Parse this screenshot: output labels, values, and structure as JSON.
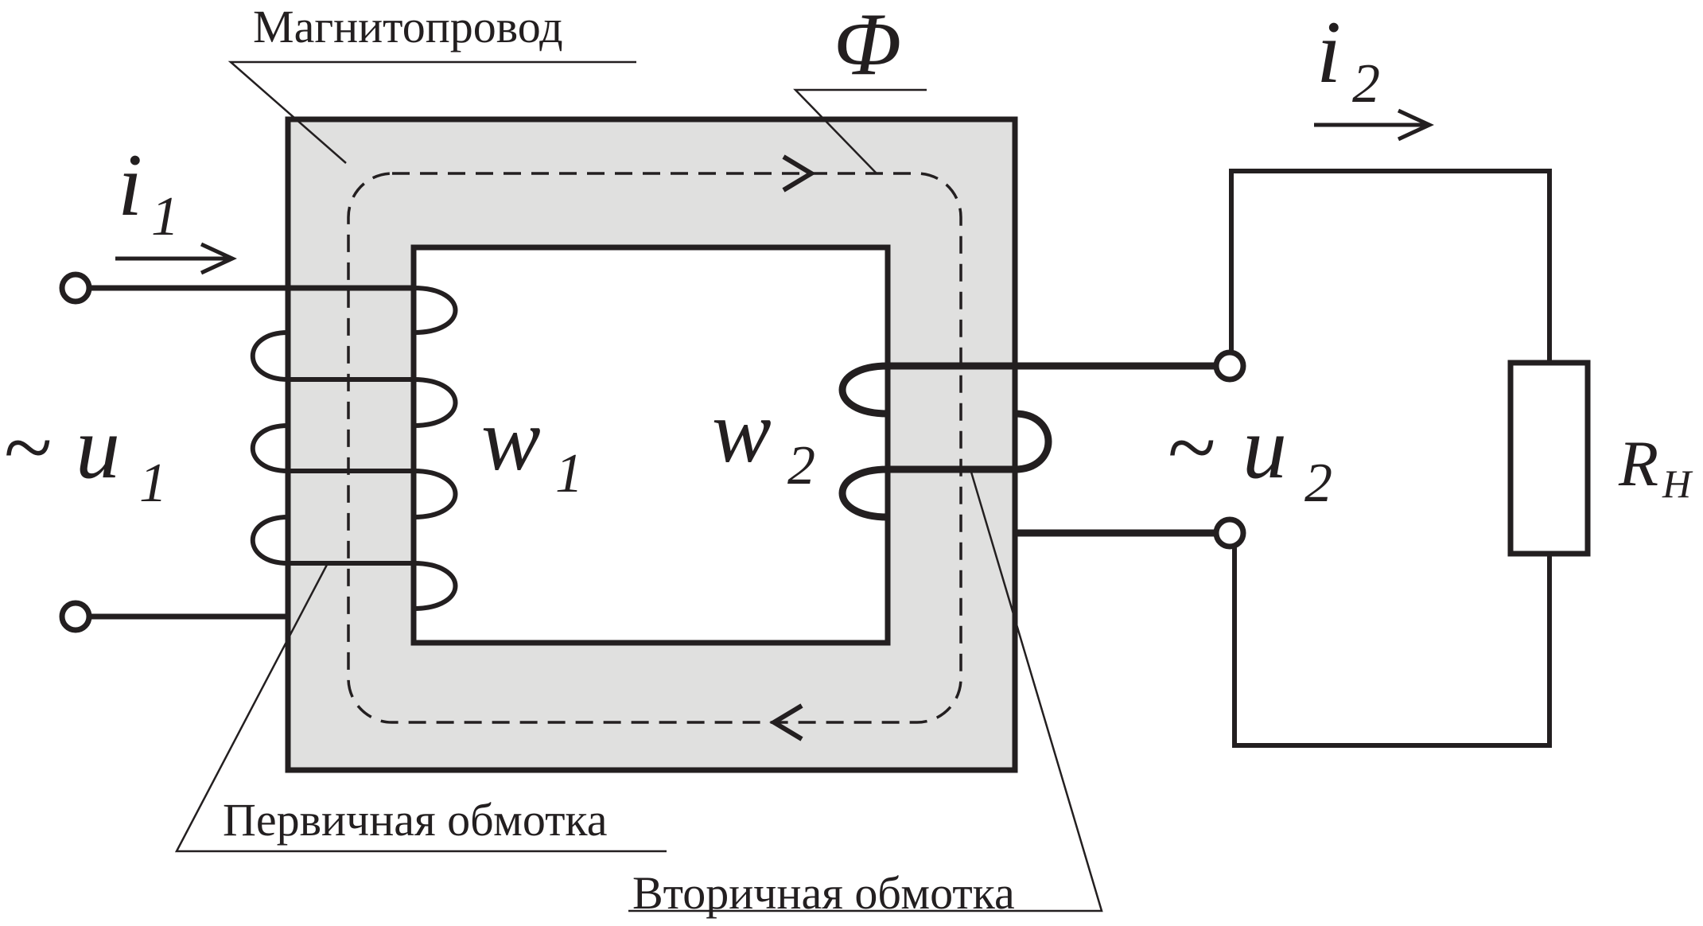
{
  "labels": {
    "core": "Магнитопровод",
    "primary_winding": "Первичная обмотка",
    "secondary_winding": "Вторичная обмотка"
  },
  "symbols": {
    "flux": "Φ",
    "i1": {
      "main": "i",
      "sub": "1"
    },
    "i2": {
      "main": "i",
      "sub": "2"
    },
    "u1": {
      "tilde": "~",
      "main": "u",
      "sub": "1"
    },
    "u2": {
      "tilde": "~",
      "main": "u",
      "sub": "2"
    },
    "w1": {
      "main": "w",
      "sub": "1"
    },
    "w2": {
      "main": "w",
      "sub": "2"
    },
    "rh": {
      "main": "R",
      "sub": "H"
    }
  },
  "colors": {
    "line": "#231f20",
    "core_fill": "#e0e0df",
    "background": "#ffffff"
  }
}
